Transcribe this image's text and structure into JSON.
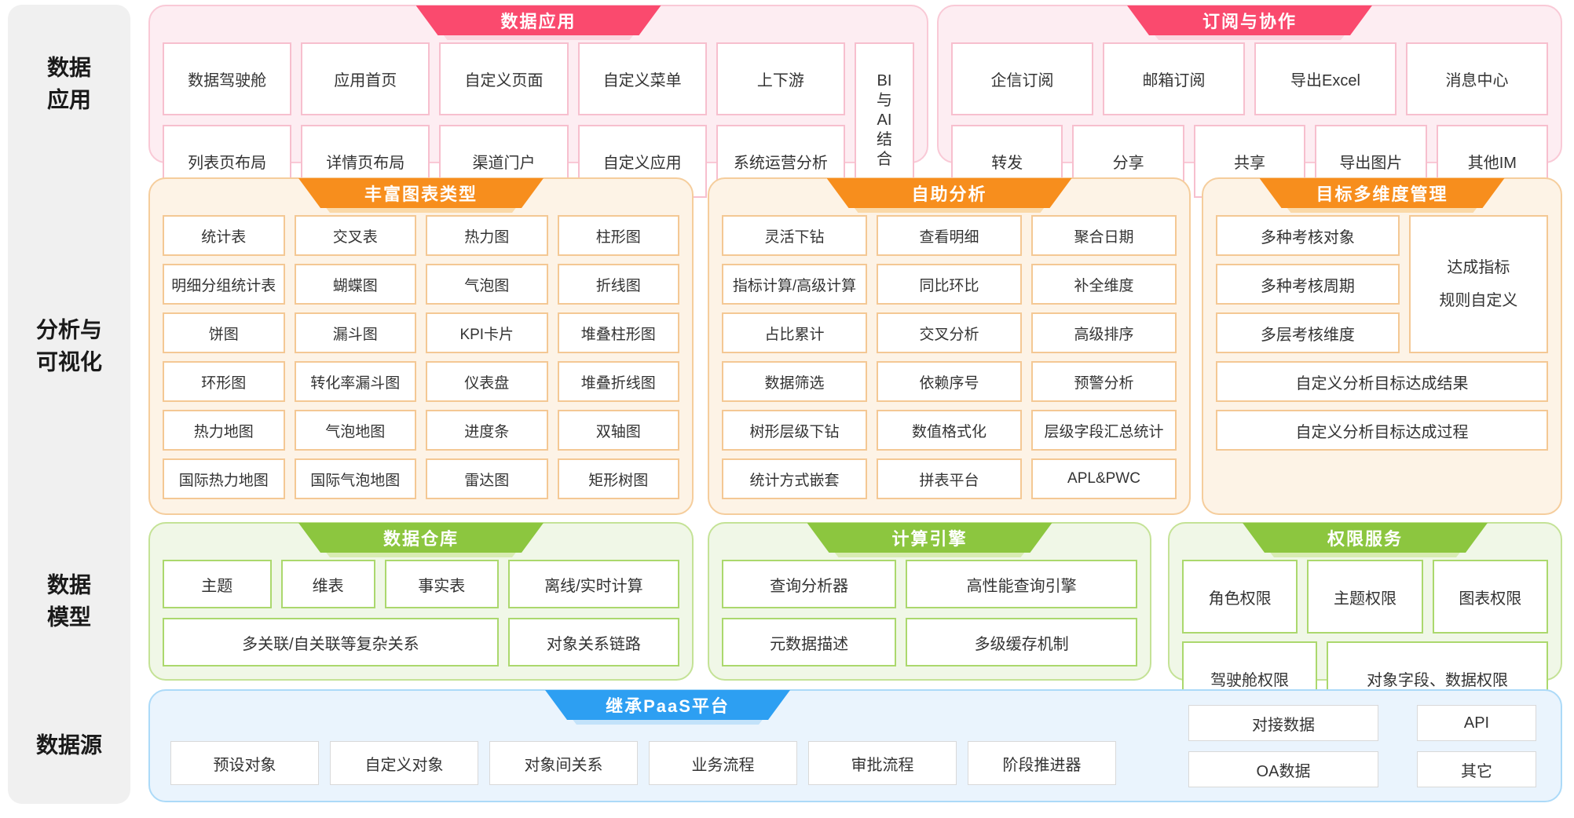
{
  "colors": {
    "pink": "#FA4A6E",
    "orange": "#F78E1D",
    "green": "#8CC63F",
    "blue": "#2D9FF2"
  },
  "sidebar": {
    "labels": [
      "数据\n应用",
      "分析与\n可视化",
      "数据\n模型",
      "数据源"
    ]
  },
  "data_app": {
    "title": "数据应用",
    "row1": [
      "数据驾驶舱",
      "应用首页",
      "自定义页面",
      "自定义菜单",
      "上下游"
    ],
    "row2": [
      "列表页布局",
      "详情页布局",
      "渠道门户",
      "自定义应用",
      "系统运营分析"
    ],
    "side_box": "BI\n与\nAI\n结\n合"
  },
  "subscribe": {
    "title": "订阅与协作",
    "row1": [
      "企信订阅",
      "邮箱订阅",
      "导出Excel",
      "消息中心"
    ],
    "row2": [
      "转发",
      "分享",
      "共享",
      "导出图片",
      "其他IM"
    ]
  },
  "charts": {
    "title": "丰富图表类型",
    "items": [
      "统计表",
      "交叉表",
      "热力图",
      "柱形图",
      "明细分组统计表",
      "蝴蝶图",
      "气泡图",
      "折线图",
      "饼图",
      "漏斗图",
      "KPI卡片",
      "堆叠柱形图",
      "环形图",
      "转化率漏斗图",
      "仪表盘",
      "堆叠折线图",
      "热力地图",
      "气泡地图",
      "进度条",
      "双轴图",
      "国际热力地图",
      "国际气泡地图",
      "雷达图",
      "矩形树图"
    ]
  },
  "analysis": {
    "title": "自助分析",
    "items": [
      "灵活下钻",
      "查看明细",
      "聚合日期",
      "指标计算/高级计算",
      "同比环比",
      "补全维度",
      "占比累计",
      "交叉分析",
      "高级排序",
      "数据筛选",
      "依赖序号",
      "预警分析",
      "树形层级下钻",
      "数值格式化",
      "层级字段汇总统计",
      "统计方式嵌套",
      "拼表平台",
      "APL&PWC"
    ]
  },
  "goal": {
    "title": "目标多维度管理",
    "left": [
      "多种考核对象",
      "多种考核周期",
      "多层考核维度"
    ],
    "tall": "达成指标\n规则自定义",
    "full": [
      "自定义分析目标达成结果",
      "自定义分析目标达成过程"
    ]
  },
  "warehouse": {
    "title": "数据仓库",
    "items": [
      "主题",
      "维表",
      "事实表",
      "离线/实时计算",
      "多关联/自关联等复杂关系",
      "对象关系链路"
    ]
  },
  "engine": {
    "title": "计算引擎",
    "items": [
      "查询分析器",
      "高性能查询引擎",
      "元数据描述",
      "多级缓存机制"
    ]
  },
  "permission": {
    "title": "权限服务",
    "row1": [
      "角色权限",
      "主题权限",
      "图表权限"
    ],
    "row2": [
      "驾驶舱权限",
      "对象字段、数据权限"
    ]
  },
  "paas": {
    "title": "继承PaaS平台",
    "items": [
      "预设对象",
      "自定义对象",
      "对象间关系",
      "业务流程",
      "审批流程",
      "阶段推进器"
    ],
    "right": [
      "对接数据",
      "API",
      "OA数据",
      "其它"
    ]
  }
}
